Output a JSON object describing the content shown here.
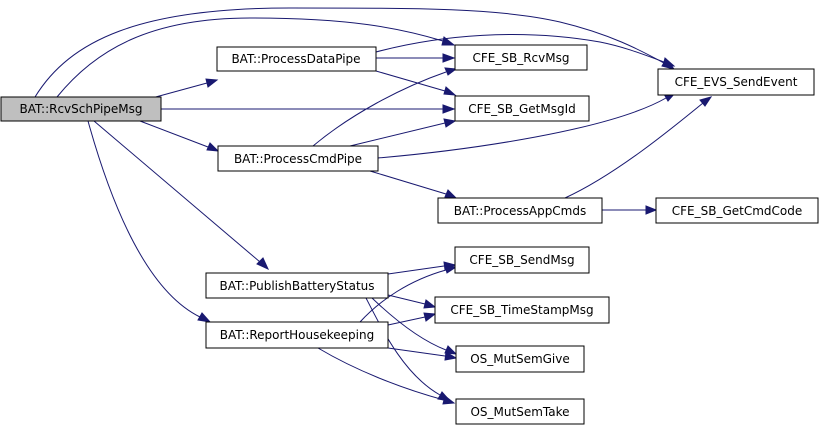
{
  "diagram": {
    "type": "call-graph",
    "colors": {
      "edge": "#191970",
      "root_fill": "#bfbfbf",
      "node_fill": "#ffffff",
      "border": "#000000"
    },
    "nodes": {
      "rcvsch": "BAT::RcvSchPipeMsg",
      "procdata": "BAT::ProcessDataPipe",
      "proccmd": "BAT::ProcessCmdPipe",
      "procapp": "BAT::ProcessAppCmds",
      "publish": "BAT::PublishBatteryStatus",
      "reporthk": "BAT::ReportHousekeeping",
      "rcvmsg": "CFE_SB_RcvMsg",
      "getmsgid": "CFE_SB_GetMsgId",
      "sendevent": "CFE_EVS_SendEvent",
      "getcmdcode": "CFE_SB_GetCmdCode",
      "sendmsg": "CFE_SB_SendMsg",
      "timestamp": "CFE_SB_TimeStampMsg",
      "semgive": "OS_MutSemGive",
      "semtake": "OS_MutSemTake"
    },
    "edges": [
      [
        "rcvsch",
        "procdata"
      ],
      [
        "rcvsch",
        "proccmd"
      ],
      [
        "rcvsch",
        "getmsgid"
      ],
      [
        "rcvsch",
        "rcvmsg"
      ],
      [
        "rcvsch",
        "sendevent"
      ],
      [
        "rcvsch",
        "publish"
      ],
      [
        "rcvsch",
        "reporthk"
      ],
      [
        "procdata",
        "rcvmsg"
      ],
      [
        "procdata",
        "getmsgid"
      ],
      [
        "procdata",
        "sendevent"
      ],
      [
        "proccmd",
        "rcvmsg"
      ],
      [
        "proccmd",
        "getmsgid"
      ],
      [
        "proccmd",
        "sendevent"
      ],
      [
        "proccmd",
        "procapp"
      ],
      [
        "procapp",
        "getcmdcode"
      ],
      [
        "procapp",
        "sendevent"
      ],
      [
        "publish",
        "sendmsg"
      ],
      [
        "publish",
        "timestamp"
      ],
      [
        "publish",
        "semgive"
      ],
      [
        "publish",
        "semtake"
      ],
      [
        "reporthk",
        "sendmsg"
      ],
      [
        "reporthk",
        "timestamp"
      ],
      [
        "reporthk",
        "semgive"
      ],
      [
        "reporthk",
        "semtake"
      ]
    ]
  }
}
